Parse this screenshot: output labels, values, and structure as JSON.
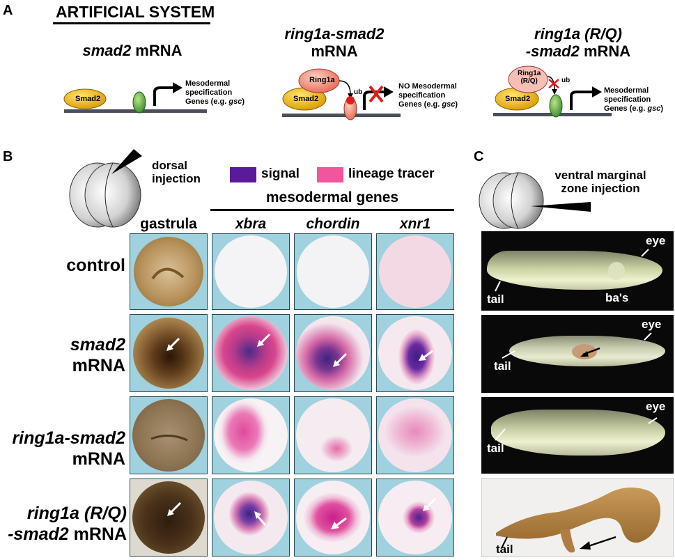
{
  "panel_a": {
    "letter": "A",
    "title": "ARTIFICIAL SYSTEM",
    "schemes": [
      {
        "title_it": "smad2",
        "title_rest": " mRNA",
        "protein": "Smad2",
        "outcome_line1": "Mesodermal",
        "outcome_line2": "specification",
        "outcome_line3": "Genes (e.g. ",
        "outcome_gene": "gsc",
        "outcome_close": ")"
      },
      {
        "title_it": "ring1a-smad2",
        "title_line2": "mRNA",
        "protein": "Smad2",
        "partner": "Ring1a",
        "ub": "ub",
        "outcome_line1": "NO Mesodermal",
        "outcome_line2": "specification",
        "outcome_line3": "Genes (e.g. ",
        "outcome_gene": "gsc",
        "outcome_close": ")"
      },
      {
        "title_it": "ring1a (R/Q)",
        "title_line2_it": "-smad2",
        "title_line2_rest": " mRNA",
        "protein": "Smad2",
        "partner_l1": "Ring1a",
        "partner_l2": "(R/Q)",
        "ub": "ub",
        "outcome_line1": "Mesodermal",
        "outcome_line2": "specification",
        "outcome_line3": "Genes (e.g. ",
        "outcome_gene": "gsc",
        "outcome_close": ")"
      }
    ]
  },
  "panel_b": {
    "letter": "B",
    "injection_l1": "dorsal",
    "injection_l2": "injection",
    "legend": [
      {
        "label": "signal",
        "color": "#5b1a9a"
      },
      {
        "label": "lineage tracer",
        "color": "#f2559e"
      }
    ],
    "group_header": "mesodermal genes",
    "columns": [
      "gastrula",
      "xbra",
      "chordin",
      "xnr1"
    ],
    "rows": [
      {
        "l1_it": "",
        "l1": "control",
        "l2": ""
      },
      {
        "l1_it": "smad2",
        "l1": "",
        "l2": "mRNA"
      },
      {
        "l1_it": "ring1a-smad2",
        "l1": "",
        "l2": "mRNA"
      },
      {
        "l1_it": "ring1a (R/Q)",
        "l1": "",
        "l2_it": "-smad2",
        "l2": " mRNA"
      }
    ]
  },
  "panel_c": {
    "letter": "C",
    "injection_l1": "ventral marginal",
    "injection_l2": "zone injection",
    "tadpoles": [
      {
        "tail": "tail",
        "eye": "eye",
        "extra": "ba's"
      },
      {
        "tail": "tail",
        "eye": "eye"
      },
      {
        "tail": "tail",
        "eye": "eye"
      },
      {
        "tail": "tail"
      }
    ]
  }
}
